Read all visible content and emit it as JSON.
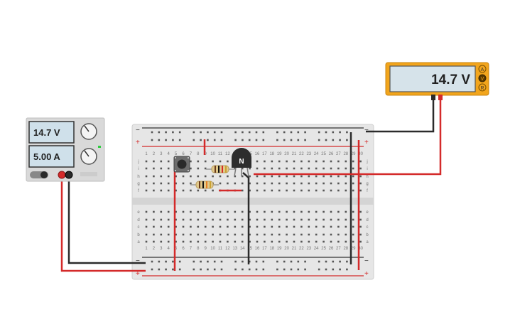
{
  "power_supply": {
    "voltage_display": "14.7 V",
    "current_display": "5.00 A",
    "colors": {
      "body": "#d9d9d9",
      "lcd": "#cfe0ea",
      "positive_terminal": "#d42a2a",
      "negative_terminal": "#222222"
    }
  },
  "multimeter": {
    "display": "14.7 V",
    "mode_buttons": [
      "A",
      "V",
      "R"
    ],
    "colors": {
      "body": "#f2a51c",
      "lcd": "#d6e3ea"
    }
  },
  "breadboard": {
    "rail_symbols": {
      "top": [
        "−",
        "+"
      ],
      "bottom": [
        "−",
        "+"
      ]
    },
    "row_letters_top": [
      "j",
      "i",
      "h",
      "g",
      "f"
    ],
    "row_letters_bottom": [
      "e",
      "d",
      "c",
      "b",
      "a"
    ],
    "column_numbers_shown": [
      1,
      2,
      3,
      4,
      5,
      6,
      7,
      8,
      9,
      10,
      11,
      12,
      13,
      14,
      15,
      16,
      17,
      18,
      19,
      20,
      21,
      22,
      23,
      24,
      25,
      26,
      27,
      28,
      29,
      30
    ],
    "colors": {
      "board": "#e6e6e6",
      "hole": "#555555",
      "rail_red": "#d42a2a",
      "rail_black": "#333333"
    }
  },
  "components": {
    "transistor_label": "N",
    "pushbutton": "pushbutton",
    "resistors": [
      "resistor-1",
      "resistor-2"
    ]
  },
  "wires": {
    "colors": {
      "red": "#d42a2a",
      "black": "#2b2b2b"
    }
  }
}
